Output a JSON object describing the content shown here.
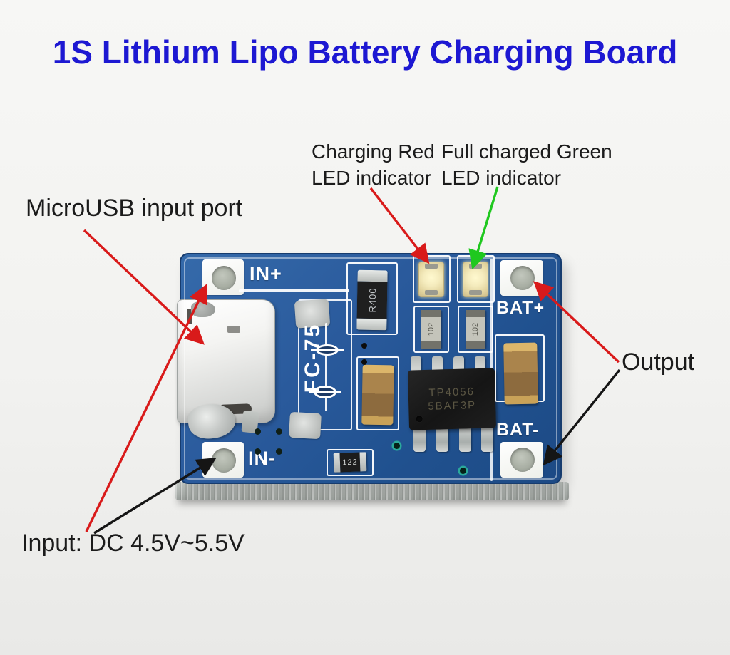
{
  "title": "1S Lithium Lipo Battery Charging Board",
  "labels": {
    "charging_led_line1": "Charging Red",
    "charging_led_line2": "LED indicator",
    "full_led_line1": "Full charged Green",
    "full_led_line2": "LED indicator",
    "microusb": "MicroUSB input port",
    "output": "Output",
    "input": "Input: DC 4.5V~5.5V"
  },
  "board": {
    "pad_in_plus": "IN+",
    "pad_in_minus": "IN-",
    "pad_bat_plus": "BAT+",
    "pad_bat_minus": "BAT-",
    "silkscreen_model": "FC-75",
    "chip_marking_line1": "TP4056",
    "chip_marking_line2": "5BAF3P",
    "resistor_r400": "R400",
    "resistor_led_left": "102",
    "resistor_led_right": "102",
    "resistor_bottom": "122"
  },
  "colors": {
    "title_blue": "#1d18d2",
    "arrow_red": "#d91a1a",
    "arrow_green": "#1fc81f",
    "arrow_black": "#151515",
    "pcb_blue": "#2a5a9c"
  }
}
